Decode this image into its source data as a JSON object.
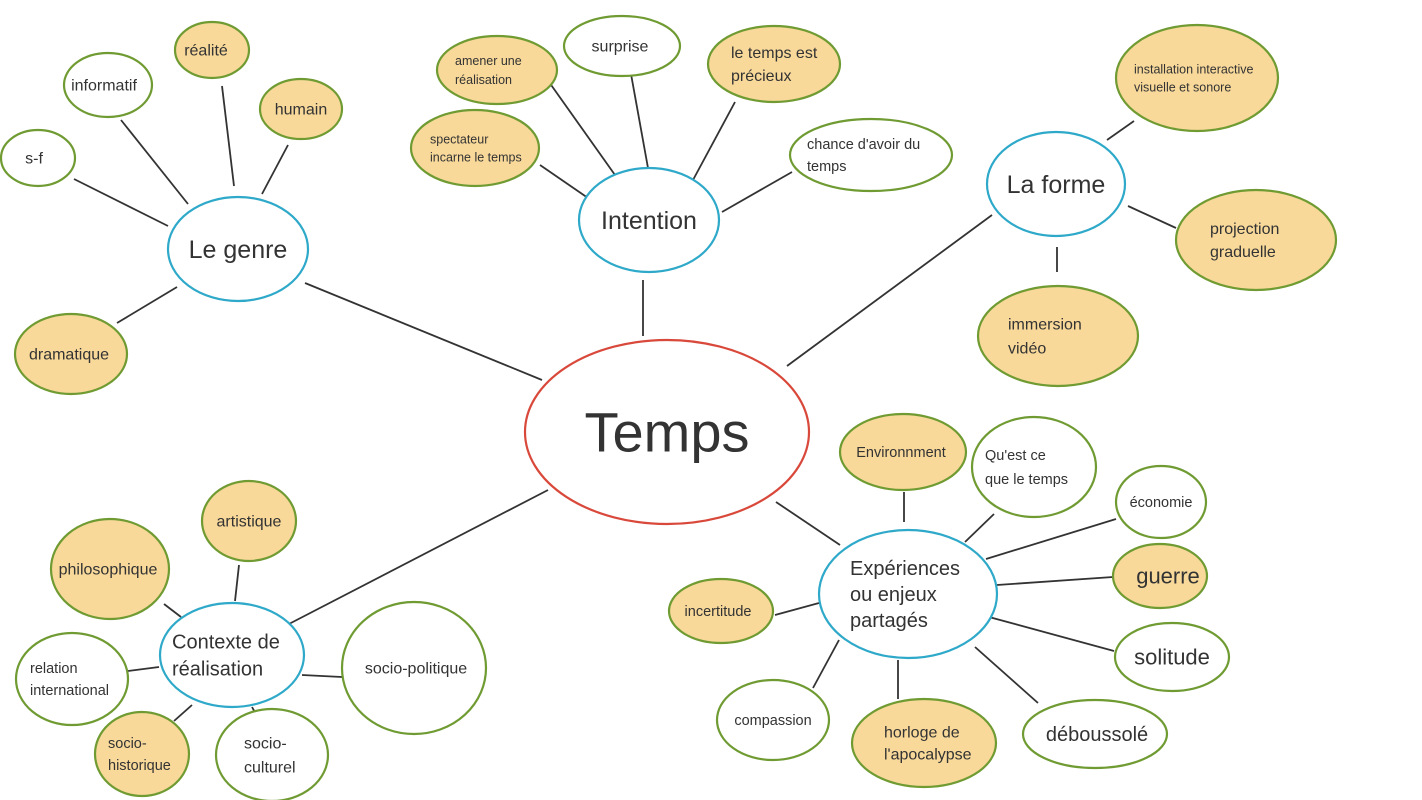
{
  "center": {
    "id": "temps",
    "label": "Temps"
  },
  "branches": [
    {
      "id": "genre",
      "label": "Le genre",
      "children": [
        {
          "id": "sf",
          "label": "s-f",
          "highlight": false
        },
        {
          "id": "informatif",
          "label": "informatif",
          "highlight": false
        },
        {
          "id": "realite",
          "label": "réalité",
          "highlight": true
        },
        {
          "id": "humain",
          "label": "humain",
          "highlight": true
        },
        {
          "id": "dramatique",
          "label": "dramatique",
          "highlight": true
        }
      ]
    },
    {
      "id": "intention",
      "label": "Intention",
      "children": [
        {
          "id": "amener",
          "label": "amener une réalisation",
          "highlight": true
        },
        {
          "id": "surprise",
          "label": "surprise",
          "highlight": false
        },
        {
          "id": "precieux",
          "label": "le temps est précieux",
          "highlight": true
        },
        {
          "id": "spectateur",
          "label": "spectateur incarne le temps",
          "highlight": true
        },
        {
          "id": "chance",
          "label": "chance d'avoir du temps",
          "highlight": false
        }
      ]
    },
    {
      "id": "forme",
      "label": "La forme",
      "children": [
        {
          "id": "installation",
          "label": "installation interactive visuelle et sonore",
          "highlight": true
        },
        {
          "id": "projection",
          "label": "projection graduelle",
          "highlight": true
        },
        {
          "id": "immersion",
          "label": "immersion vidéo",
          "highlight": true
        }
      ]
    },
    {
      "id": "contexte",
      "label": "Contexte de réalisation",
      "children": [
        {
          "id": "artistique",
          "label": "artistique",
          "highlight": true
        },
        {
          "id": "philosophique",
          "label": "philosophique",
          "highlight": true
        },
        {
          "id": "relation",
          "label": "relation international",
          "highlight": false
        },
        {
          "id": "sociohist",
          "label": "socio-historique",
          "highlight": true
        },
        {
          "id": "socioculturel",
          "label": "socio-culturel",
          "highlight": false
        },
        {
          "id": "sociopol",
          "label": "socio-politique",
          "highlight": false
        }
      ]
    },
    {
      "id": "experiences",
      "label": "Expériences ou enjeux partagés",
      "children": [
        {
          "id": "environnment",
          "label": "Environnment",
          "highlight": true
        },
        {
          "id": "questce",
          "label": "Qu'est ce que le temps",
          "highlight": false
        },
        {
          "id": "economie",
          "label": "économie",
          "highlight": false
        },
        {
          "id": "guerre",
          "label": "guerre",
          "highlight": true
        },
        {
          "id": "solitude",
          "label": "solitude",
          "highlight": false
        },
        {
          "id": "deboussole",
          "label": "déboussolé",
          "highlight": false
        },
        {
          "id": "horloge",
          "label": "horloge de l'apocalypse",
          "highlight": true
        },
        {
          "id": "compassion",
          "label": "compassion",
          "highlight": false
        },
        {
          "id": "incertitude",
          "label": "incertitude",
          "highlight": true
        }
      ]
    }
  ]
}
